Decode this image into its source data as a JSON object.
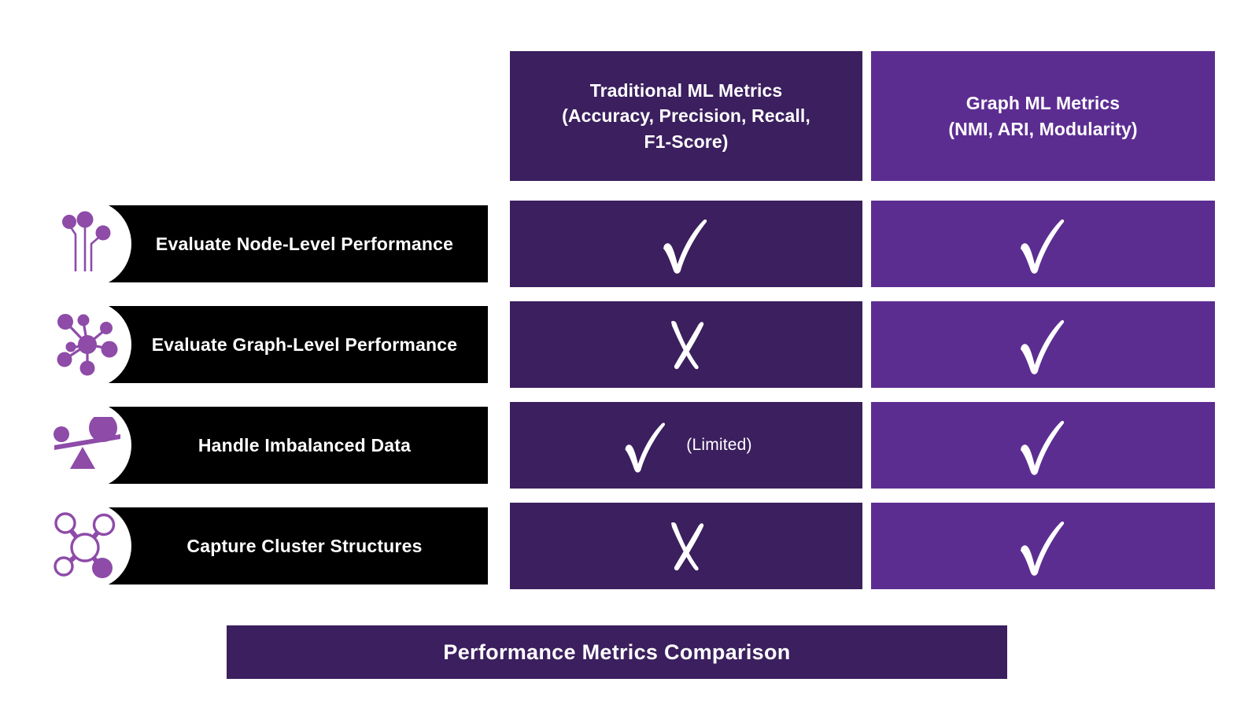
{
  "palette": {
    "background": "#ffffff",
    "dark_purple": "#3b1f5e",
    "bright_purple": "#5c2d91",
    "icon_purple": "#8e4ba8",
    "label_bar": "#000000",
    "text_on_dark": "#ffffff"
  },
  "columns": [
    {
      "key": "traditional",
      "title_line1": "Traditional ML Metrics",
      "title_line2": "(Accuracy, Precision, Recall,",
      "title_line3": "F1-Score)",
      "color": "#3b1f5e"
    },
    {
      "key": "graph",
      "title_line1": "Graph ML Metrics",
      "title_line2": "(NMI, ARI, Modularity)",
      "title_line3": "",
      "color": "#5c2d91"
    }
  ],
  "rows": [
    {
      "label": "Evaluate Node-Level Performance",
      "icon": "node-tree-icon",
      "traditional": {
        "mark": "check",
        "note": ""
      },
      "graph": {
        "mark": "check",
        "note": ""
      }
    },
    {
      "label": "Evaluate Graph-Level Performance",
      "icon": "network-hub-icon",
      "traditional": {
        "mark": "cross",
        "note": ""
      },
      "graph": {
        "mark": "check",
        "note": ""
      }
    },
    {
      "label": "Handle Imbalanced Data",
      "icon": "balance-scale-icon",
      "traditional": {
        "mark": "check",
        "note": "(Limited)"
      },
      "graph": {
        "mark": "check",
        "note": ""
      }
    },
    {
      "label": "Capture Cluster Structures",
      "icon": "molecule-cluster-icon",
      "traditional": {
        "mark": "cross",
        "note": ""
      },
      "graph": {
        "mark": "check",
        "note": ""
      }
    }
  ],
  "footer": {
    "title": "Performance Metrics Comparison"
  }
}
